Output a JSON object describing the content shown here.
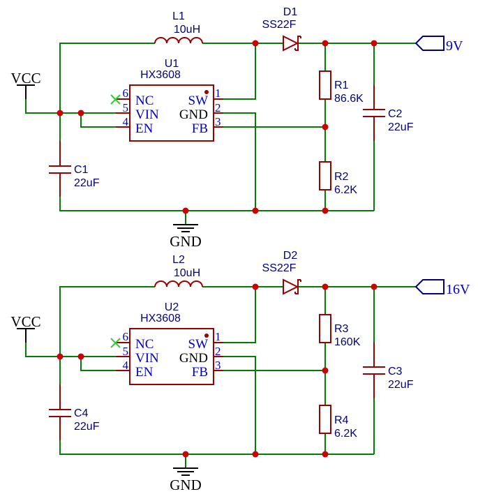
{
  "circuits": [
    {
      "inductor": {
        "ref": "L1",
        "value": "10uH"
      },
      "diode": {
        "ref": "D1",
        "value": "SS22F"
      },
      "ic": {
        "ref": "U1",
        "part": "HX3608"
      },
      "pins": {
        "nc": "NC",
        "vin": "VIN",
        "en": "EN",
        "sw": "SW",
        "gnd": "GND",
        "fb": "FB",
        "n6": "6",
        "n5": "5",
        "n4": "4",
        "n1": "1",
        "n2": "2",
        "n3": "3"
      },
      "r_top": {
        "ref": "R1",
        "value": "86.6K"
      },
      "r_bot": {
        "ref": "R2",
        "value": "6.2K"
      },
      "c_in": {
        "ref": "C1",
        "value": "22uF"
      },
      "c_out": {
        "ref": "C2",
        "value": "22uF"
      },
      "vcc": "VCC",
      "gnd": "GND",
      "output": "9V"
    },
    {
      "inductor": {
        "ref": "L2",
        "value": "10uH"
      },
      "diode": {
        "ref": "D2",
        "value": "SS22F"
      },
      "ic": {
        "ref": "U2",
        "part": "HX3608"
      },
      "pins": {
        "nc": "NC",
        "vin": "VIN",
        "en": "EN",
        "sw": "SW",
        "gnd": "GND",
        "fb": "FB",
        "n6": "6",
        "n5": "5",
        "n4": "4",
        "n1": "1",
        "n2": "2",
        "n3": "3"
      },
      "r_top": {
        "ref": "R3",
        "value": "160K"
      },
      "r_bot": {
        "ref": "R4",
        "value": "6.2K"
      },
      "c_in": {
        "ref": "C4",
        "value": "22uF"
      },
      "c_out": {
        "ref": "C3",
        "value": "22uF"
      },
      "vcc": "VCC",
      "gnd": "GND",
      "output": "16V"
    }
  ],
  "colors": {
    "wire": "#008000",
    "component": "#990000",
    "junction": "#cc0000",
    "label": "#000080",
    "pin_text": "#0000cc",
    "no_connect": "#33cc33"
  }
}
